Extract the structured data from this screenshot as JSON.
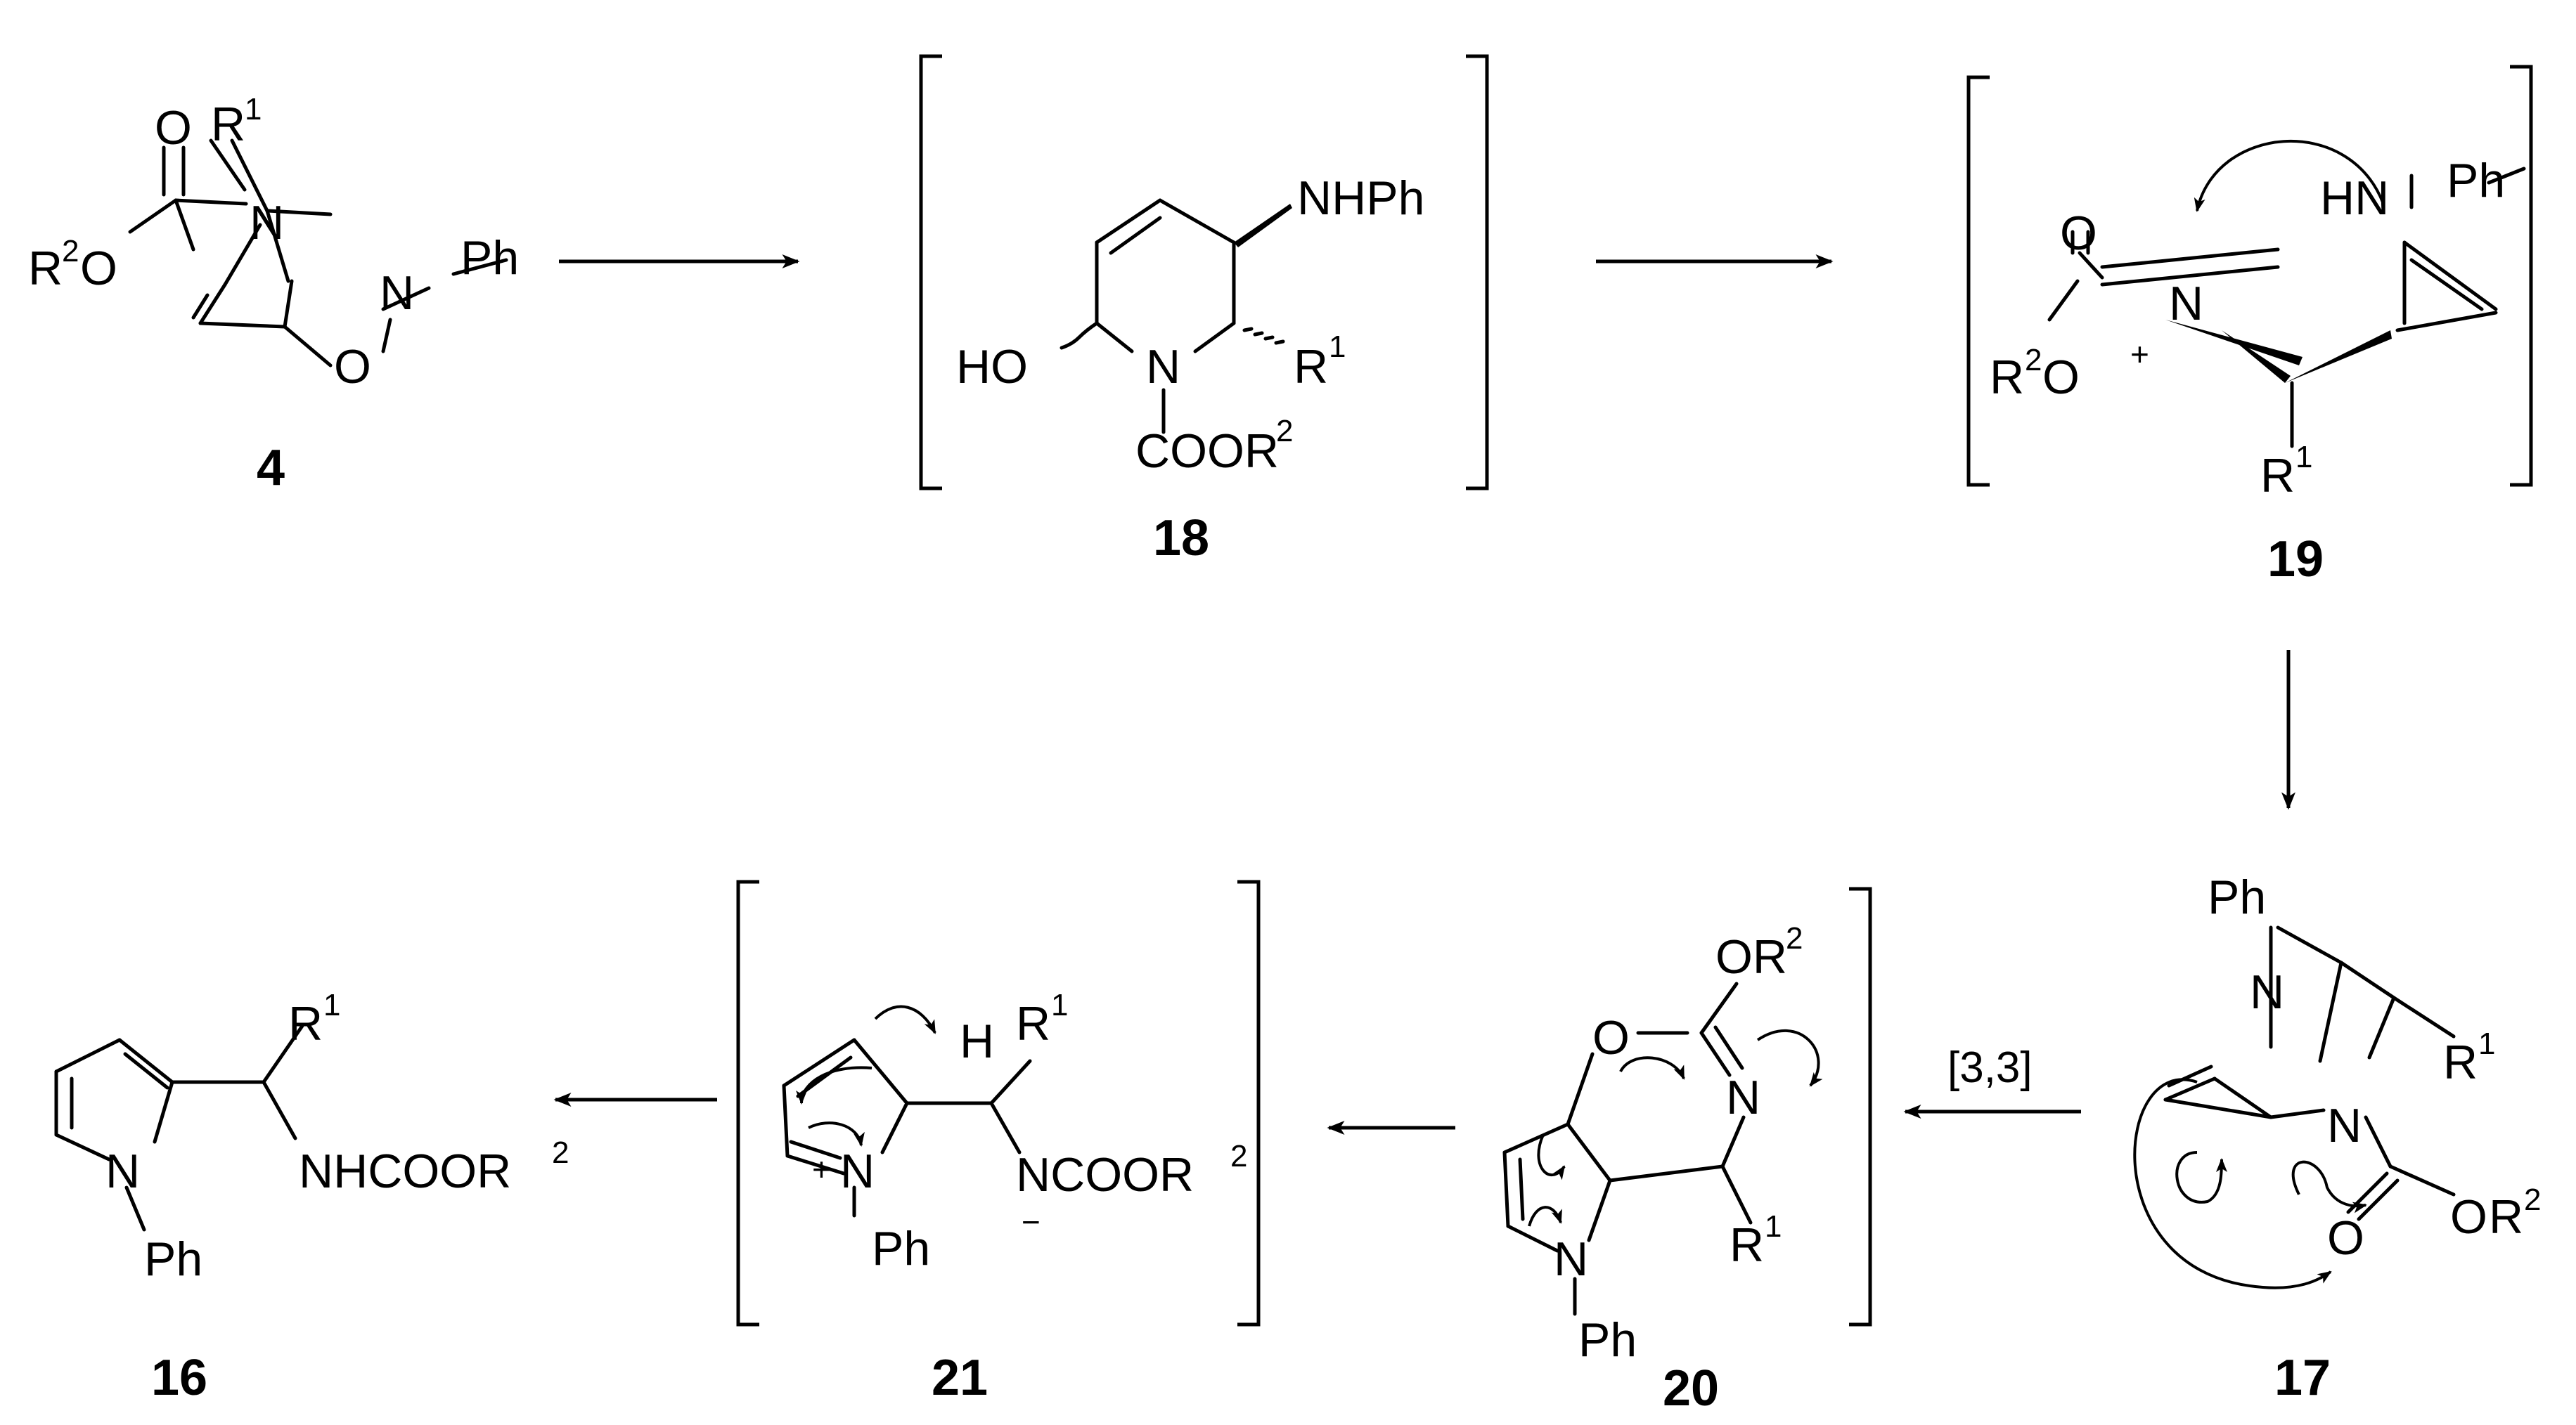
{
  "compounds": [
    {
      "id": "c4",
      "label": "4"
    },
    {
      "id": "c18",
      "label": "18"
    },
    {
      "id": "c19",
      "label": "19"
    },
    {
      "id": "c17",
      "label": "17"
    },
    {
      "id": "c20",
      "label": "20"
    },
    {
      "id": "c21",
      "label": "21"
    },
    {
      "id": "c16",
      "label": "16"
    }
  ],
  "reagent_condition": "[3,3]",
  "atoms": {
    "O": "O",
    "N": "N",
    "H": "H",
    "R": "R",
    "one": "1",
    "two": "2",
    "Ph": "Ph",
    "HO": "HO",
    "HN": "HN",
    "NHPh": "NHPh",
    "COOR": "COOR",
    "NCOOR": "NCOOR",
    "NHCOOR": "NHCOOR",
    "OR": "OR",
    "plus": "+",
    "minus": "−"
  }
}
